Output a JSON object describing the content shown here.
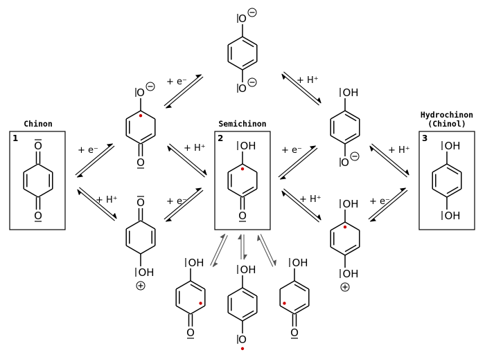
{
  "boxes": {
    "chinon": {
      "title": "Chinon",
      "number": "1"
    },
    "semichinon": {
      "title": "Semichinon",
      "number": "2"
    },
    "hydro": {
      "title_line1": "Hydrochinon",
      "title_line2": "(Chinol)",
      "number": "3"
    }
  },
  "steps": {
    "electron": "+ e⁻",
    "proton": "+ H⁺"
  },
  "atoms": {
    "O": "O",
    "OH": "OH",
    "minus": "−",
    "plus": "+"
  }
}
